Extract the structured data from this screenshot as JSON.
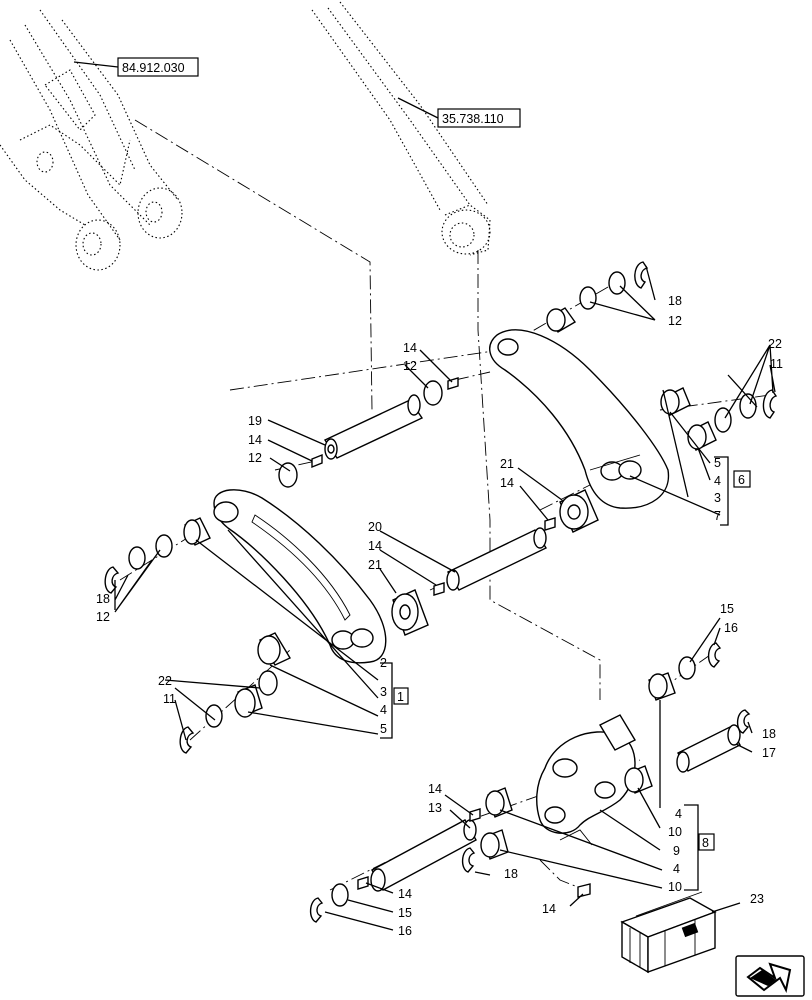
{
  "references": {
    "ref_a": "84.912.030",
    "ref_b": "35.738.110"
  },
  "groups": {
    "g1": "1",
    "g6": "6",
    "g8": "8"
  },
  "callouts": {
    "n2": "2",
    "n3a": "3",
    "n4a": "4",
    "n5a": "5",
    "n3b": "3",
    "n4b": "4",
    "n5b": "5",
    "n7": "7",
    "n4c": "4",
    "n4d": "4",
    "n9": "9",
    "n10a": "10",
    "n10b": "10",
    "n11a": "11",
    "n11b": "11",
    "n12a": "12",
    "n12b": "12",
    "n12c": "12",
    "n12d": "12",
    "n13": "13",
    "n14a": "14",
    "n14b": "14",
    "n14c": "14",
    "n14d": "14",
    "n14e": "14",
    "n14f": "14",
    "n14g": "14",
    "n15a": "15",
    "n15b": "15",
    "n16a": "16",
    "n16b": "16",
    "n17": "17",
    "n18a": "18",
    "n18b": "18",
    "n18c": "18",
    "n18d": "18",
    "n19": "19",
    "n20": "20",
    "n21a": "21",
    "n21b": "21",
    "n22a": "22",
    "n22b": "22",
    "n23": "23"
  },
  "icons": {
    "nav": "next-page-arrow-icon",
    "kit": "parts-kit-crate-icon"
  }
}
